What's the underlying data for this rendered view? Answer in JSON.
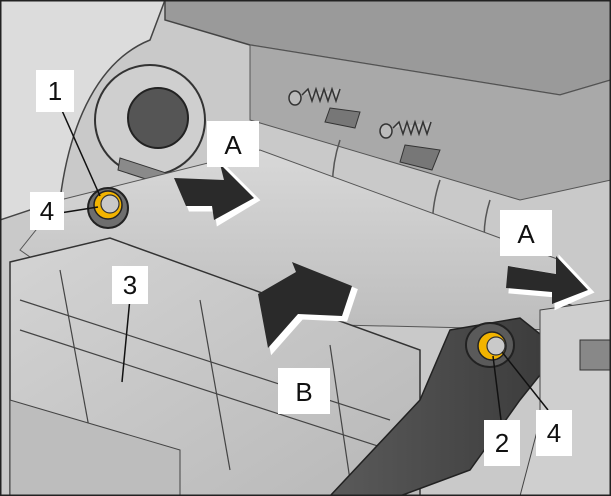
{
  "callouts": {
    "n1": "1",
    "n2": "2",
    "n3": "3",
    "n4_left": "4",
    "n4_right": "4",
    "a_top": "A",
    "a_right": "A",
    "b": "B"
  },
  "colors": {
    "washer": "#f2b400",
    "arrow_fill": "#2a2a2a",
    "background_body": "#cfcfcf"
  }
}
